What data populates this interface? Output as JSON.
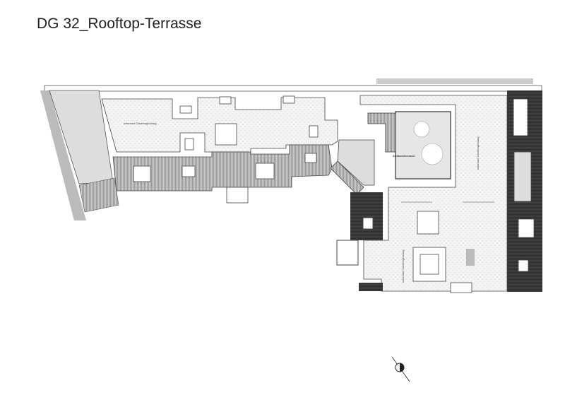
{
  "title": "DG 32_Rooftop-Terrasse",
  "labels": {
    "green_roof": "extensive Dachbegrünung",
    "roof_terrace": "Aufdachterrasse"
  },
  "colors": {
    "roof_dark": "#333333",
    "cladding": "#b8b8b8",
    "terrace": "#e6e6e6",
    "green_roof_fill": "#f2f2f2"
  }
}
